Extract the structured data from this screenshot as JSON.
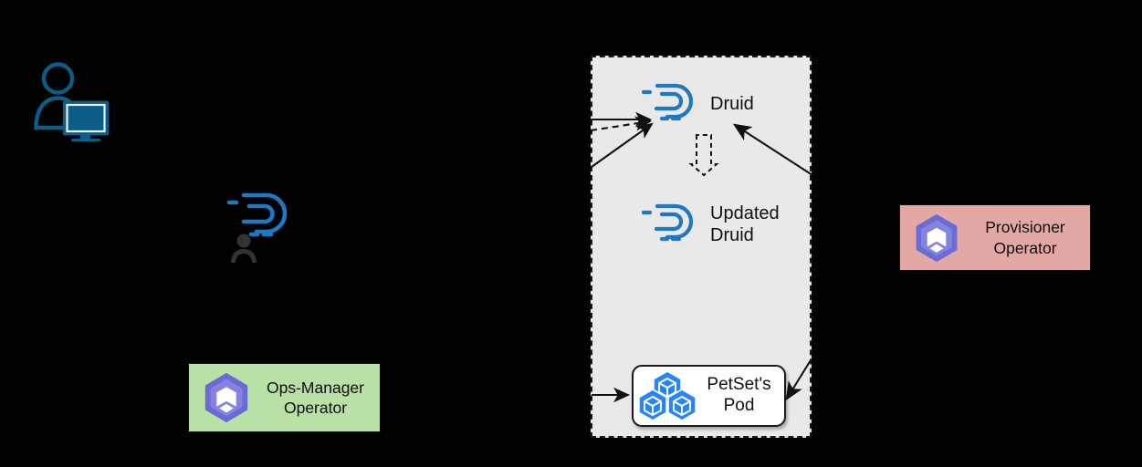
{
  "diagram": {
    "background_color": "#000000",
    "title_visible": false
  },
  "actors": {
    "user": {
      "icon": "user-at-computer-icon",
      "color": "#0b5d87"
    },
    "ops_request": {
      "icon": "druid-ops-request-icon",
      "logo_color": "#1f78c1",
      "person_color": "#333333"
    }
  },
  "operators": [
    {
      "id": "ops-manager-operator",
      "label": "Ops-Manager\nOperator",
      "fill": "#b9e0a5",
      "icon": "kubernetes-operator-hexagon-icon",
      "icon_color": "#6b6bd6"
    },
    {
      "id": "provisioner-operator",
      "label": "Provisioner\nOperator",
      "fill": "#e3a8a3",
      "icon": "kubernetes-operator-hexagon-icon",
      "icon_color": "#6b6bd6"
    }
  ],
  "cluster": {
    "fill": "#e9e9e9",
    "border_style": "dashed",
    "border_color": "#1a1a1a",
    "nodes": [
      {
        "id": "druid",
        "label": "Druid",
        "icon": "druid-logo-icon",
        "icon_color": "#1f78c1"
      },
      {
        "id": "updated-druid",
        "label": "Updated\nDruid",
        "icon": "druid-logo-icon",
        "icon_color": "#1f78c1"
      }
    ],
    "pod": {
      "id": "petset-pod",
      "label": "PetSet's\nPod",
      "icon": "kubernetes-pods-cubes-icon",
      "icon_color": "#2684ff",
      "fill": "#ffffff"
    }
  },
  "arrows": [
    {
      "id": "arrow-to-druid-solid-horizontal",
      "style": "solid",
      "direction": "right",
      "target": "druid"
    },
    {
      "id": "arrow-to-druid-dashed",
      "style": "dashed",
      "direction": "right",
      "target": "druid"
    },
    {
      "id": "arrow-to-druid-diagonal",
      "style": "solid",
      "direction": "up-right",
      "target": "druid"
    },
    {
      "id": "arrow-provisioner-to-druid",
      "style": "solid",
      "direction": "up-left",
      "target": "druid"
    },
    {
      "id": "arrow-druid-to-updated-druid",
      "style": "dashed-outline",
      "direction": "down",
      "target": "updated-druid"
    },
    {
      "id": "arrow-to-petset-pod-horizontal",
      "style": "solid",
      "direction": "right",
      "target": "petset-pod"
    },
    {
      "id": "arrow-provisioner-to-petset-pod",
      "style": "solid",
      "direction": "down-left",
      "target": "petset-pod"
    }
  ]
}
